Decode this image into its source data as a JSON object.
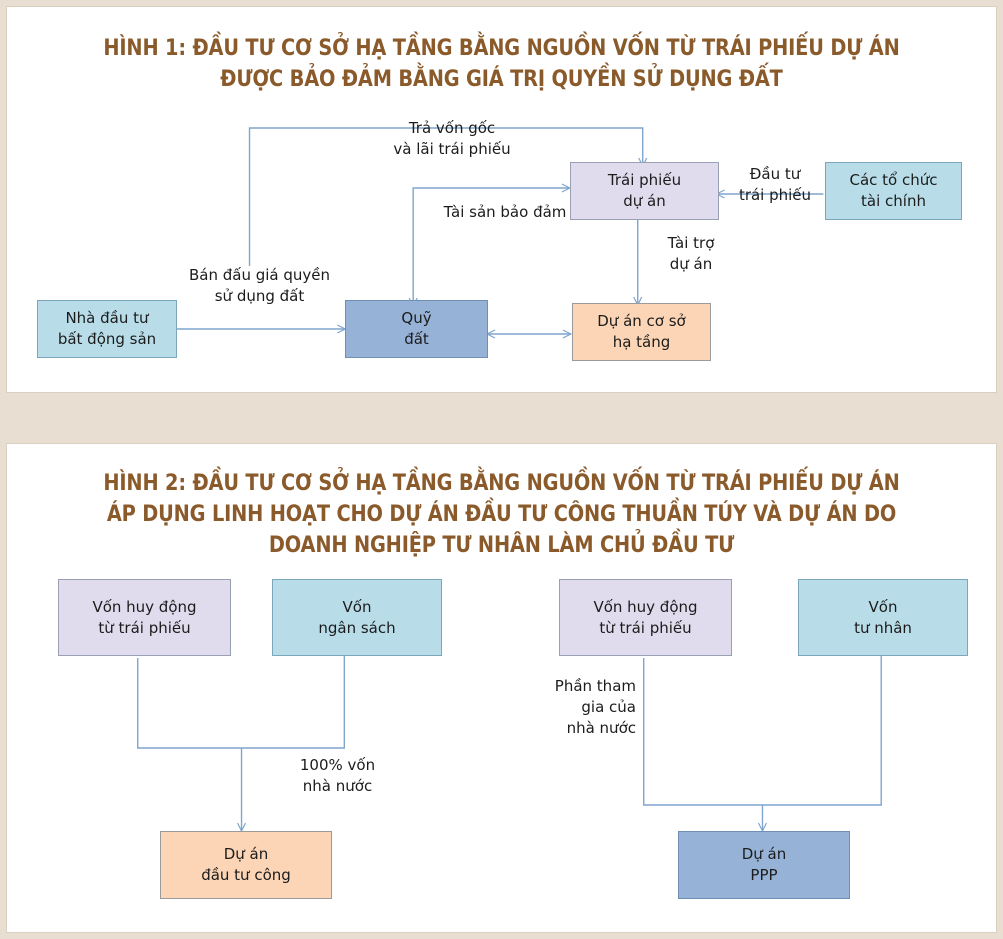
{
  "page": {
    "background": "#e8ded2",
    "panel_background": "#ffffff",
    "title_color": "#8a5a2b",
    "connector_color": "#7fa5cd"
  },
  "figure1": {
    "title": "HÌNH 1: ĐẦU TƯ CƠ SỞ HẠ TẦNG BẰNG NGUỒN VỐN TỪ TRÁI PHIẾU DỰ ÁN\nĐƯỢC BẢO ĐẢM BẰNG GIÁ TRỊ QUYỀN SỬ DỤNG ĐẤT",
    "boxes": {
      "investor": {
        "label": "Nhà đầu tư\nbất động sản",
        "color": "#b8dde9"
      },
      "land_fund": {
        "label": "Quỹ\nđất",
        "color": "#96b3d7"
      },
      "project_bond": {
        "label": "Trái phiếu\ndự án",
        "color": "#e0dced"
      },
      "financial_orgs": {
        "label": "Các tổ chức\ntài chính",
        "color": "#b8dde9"
      },
      "infra_project": {
        "label": "Dự án cơ sở\nhạ tầng",
        "color": "#fbd5b5"
      }
    },
    "labels": {
      "repay": "Trả vốn gốc\nvà lãi trái phiếu",
      "collateral": "Tài sản bảo đảm",
      "auction": "Bán đấu giá quyền\nsử dụng đất",
      "bond_invest": "Đầu tư\ntrái phiếu",
      "financing": "Tài trợ\ndự án"
    }
  },
  "figure2": {
    "title": "HÌNH 2: ĐẦU TƯ CƠ SỞ HẠ TẦNG BẰNG NGUỒN VỐN TỪ TRÁI PHIẾU DỰ ÁN\nÁP DỤNG LINH HOẠT CHO DỰ ÁN ĐẦU TƯ CÔNG THUẦN TÚY VÀ DỰ ÁN DO\nDOANH NGHIỆP TƯ NHÂN LÀM CHỦ ĐẦU TƯ",
    "left_group": {
      "bond_capital": {
        "label": "Vốn huy động\ntừ trái phiếu",
        "color": "#e0dced"
      },
      "budget_capital": {
        "label": "Vốn\nngân sách",
        "color": "#b8dde9"
      },
      "outcome": {
        "label": "Dự án\nđầu tư công",
        "color": "#fbd5b5"
      },
      "connector_label": "100% vốn\nnhà nước"
    },
    "right_group": {
      "bond_capital": {
        "label": "Vốn huy động\ntừ trái phiếu",
        "color": "#e0dced"
      },
      "private_capital": {
        "label": "Vốn\ntư nhân",
        "color": "#b8dde9"
      },
      "outcome": {
        "label": "Dự án\nPPP",
        "color": "#96b3d7"
      },
      "connector_label": "Phần tham\ngia của\nnhà nước"
    }
  }
}
